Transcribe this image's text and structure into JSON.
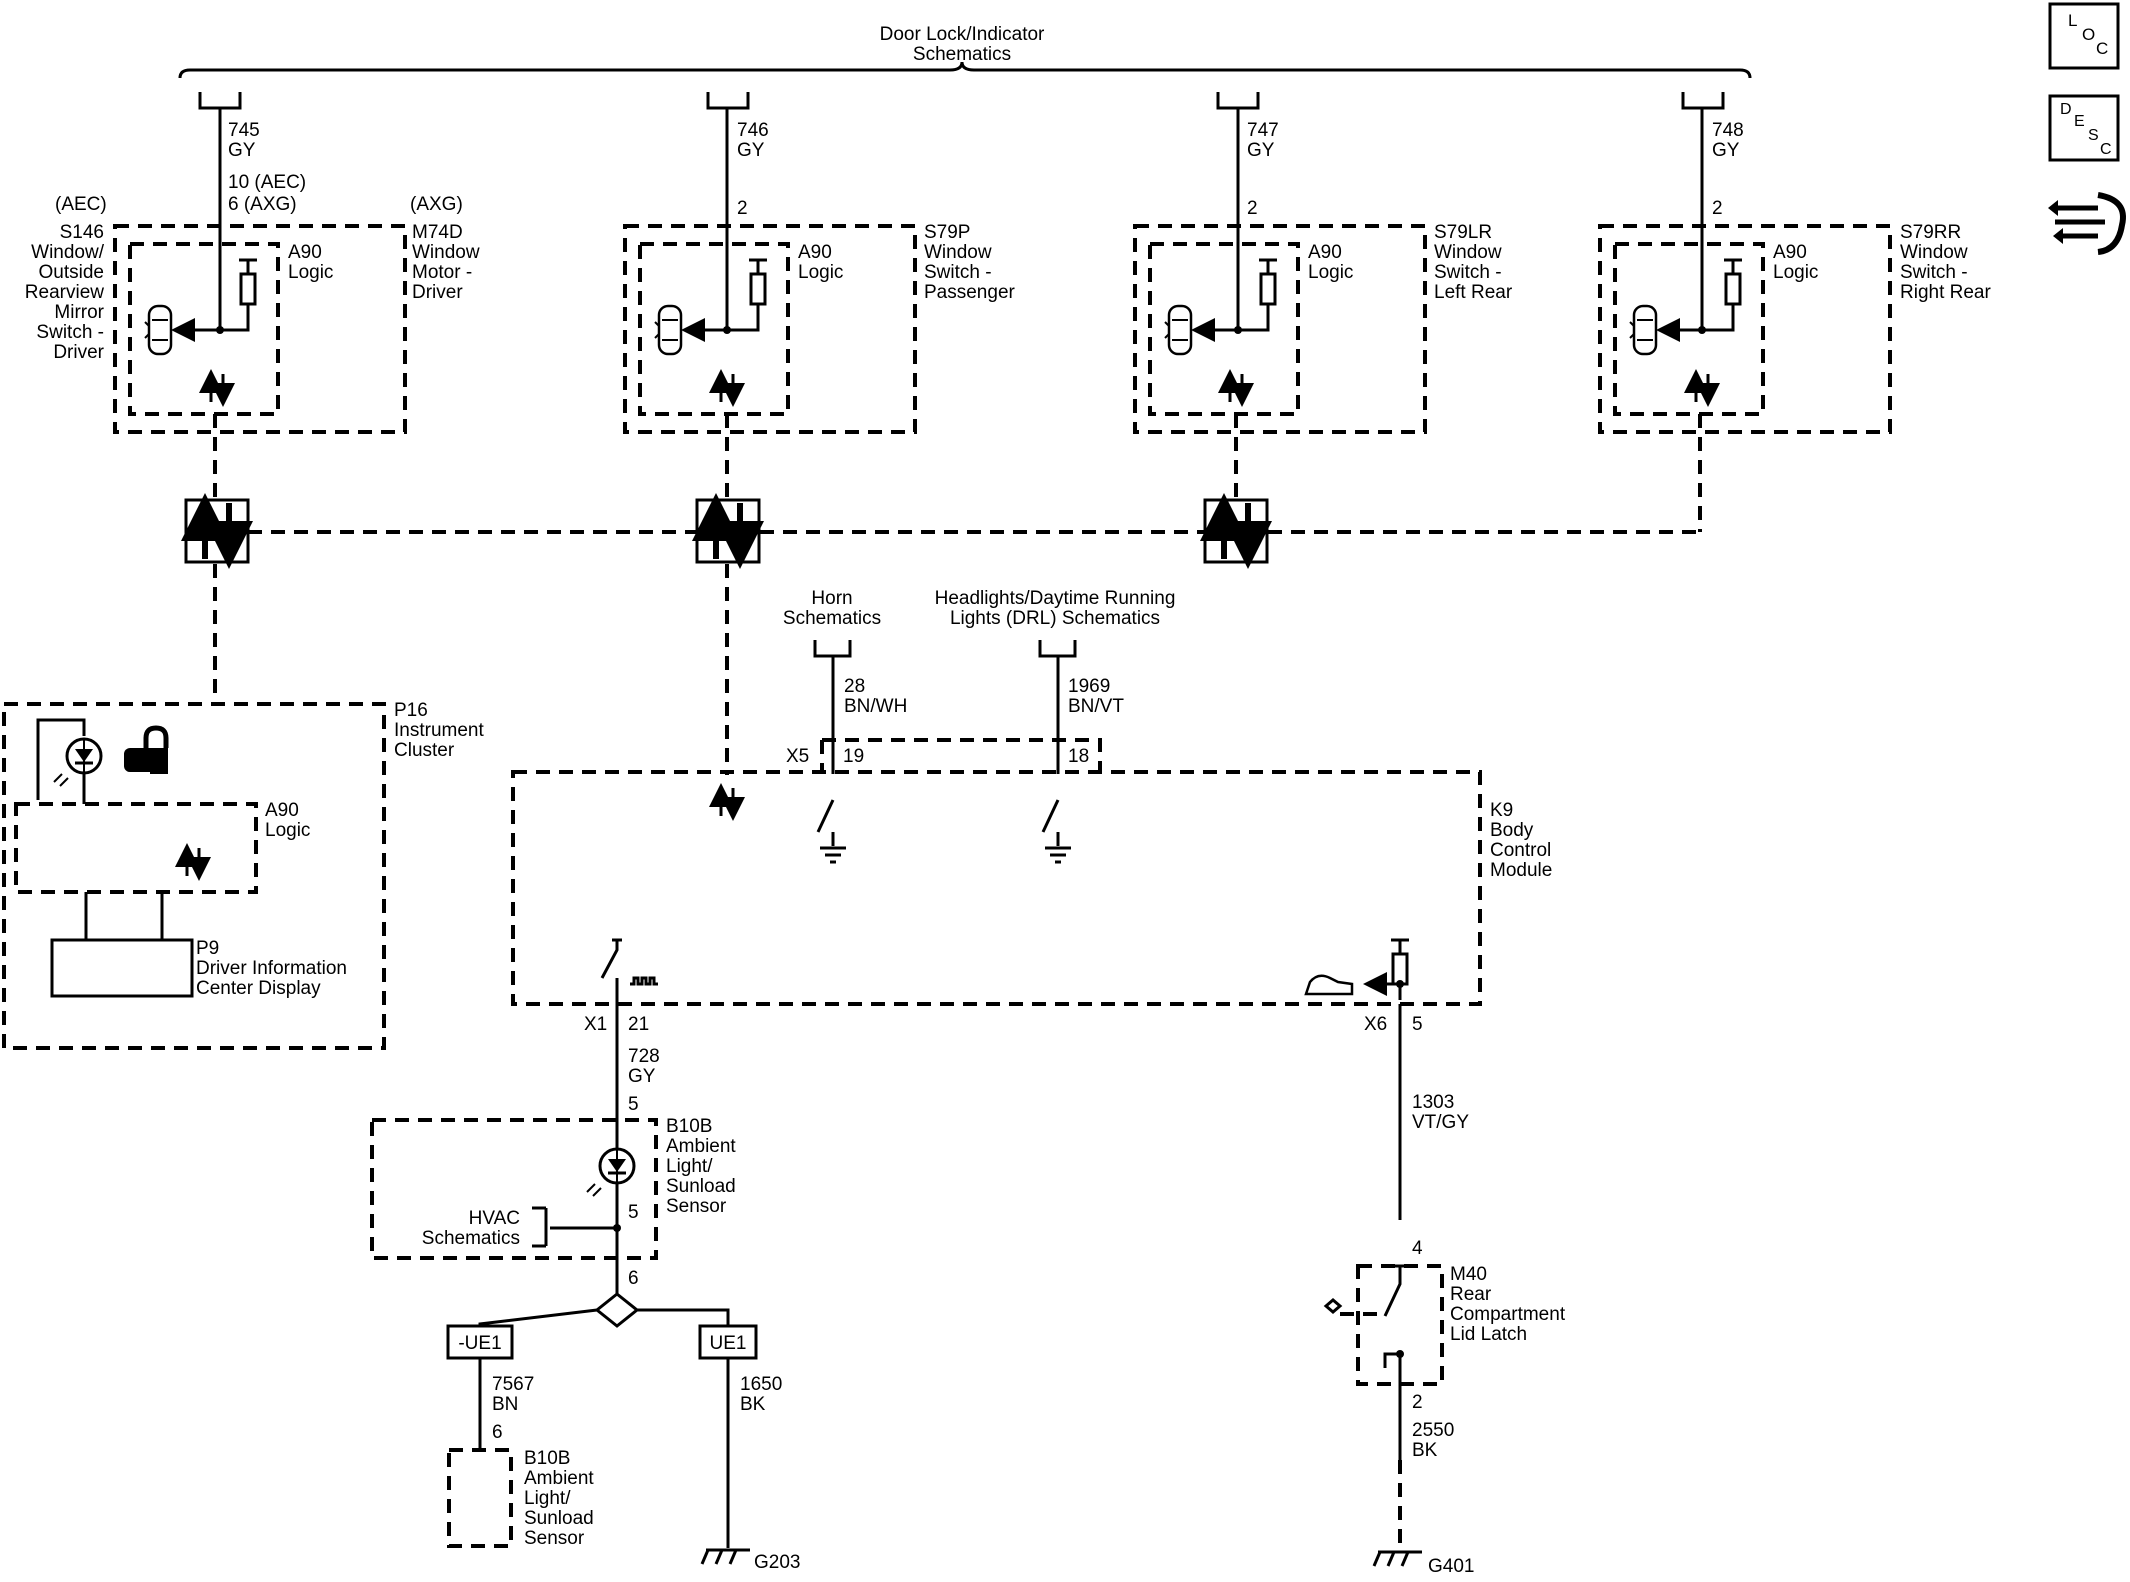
{
  "header": {
    "line1": "Door Lock/Indicator",
    "line2": "Schematics"
  },
  "side_icons": {
    "loc": [
      "L",
      "O",
      "C"
    ],
    "desc": [
      "D",
      "E",
      "S",
      "C"
    ],
    "tool": "wrench-arrows-icon"
  },
  "switches": [
    {
      "circuit": "745",
      "color": "GY",
      "pin_line1": "10 (AEC)",
      "pin_line2": "6 (AXG)",
      "logic": [
        "A90",
        "Logic"
      ],
      "variant_left": "(AEC)",
      "variant_right": "(AXG)",
      "left_label": [
        "S146",
        "Window/",
        "Outside",
        "Rearview",
        "Mirror",
        "Switch -",
        "Driver"
      ],
      "right_label": [
        "M74D",
        "Window",
        "Motor -",
        "Driver"
      ]
    },
    {
      "circuit": "746",
      "color": "GY",
      "pin": "2",
      "logic": [
        "A90",
        "Logic"
      ],
      "right_label": [
        "S79P",
        "Window",
        "Switch -",
        "Passenger"
      ]
    },
    {
      "circuit": "747",
      "color": "GY",
      "pin": "2",
      "logic": [
        "A90",
        "Logic"
      ],
      "right_label": [
        "S79LR",
        "Window",
        "Switch -",
        "Left Rear"
      ]
    },
    {
      "circuit": "748",
      "color": "GY",
      "pin": "2",
      "logic": [
        "A90",
        "Logic"
      ],
      "right_label": [
        "S79RR",
        "Window",
        "Switch -",
        "Right Rear"
      ]
    }
  ],
  "cluster": {
    "label": [
      "P16",
      "Instrument",
      "Cluster"
    ],
    "logic": [
      "A90",
      "Logic"
    ],
    "display": [
      "P9",
      "Driver Information",
      "Center Display"
    ]
  },
  "horn": {
    "label": [
      "Horn",
      "Schematics"
    ],
    "circuit": "28",
    "color": "BN/WH",
    "pin": "19",
    "connector": "X5"
  },
  "drl": {
    "label": [
      "Headlights/Daytime Running",
      "Lights (DRL) Schematics"
    ],
    "circuit": "1969",
    "color": "BN/VT",
    "pin": "18"
  },
  "bcm": {
    "label": [
      "K9",
      "Body",
      "Control",
      "Module"
    ]
  },
  "x1": {
    "connector": "X1",
    "pin": "21",
    "circuit": "728",
    "color": "GY",
    "sensor_pin": "5"
  },
  "x6": {
    "connector": "X6",
    "pin": "5",
    "circuit": "1303",
    "color": "VT/GY"
  },
  "sensor": {
    "label": [
      "B10B",
      "Ambient",
      "Light/",
      "Sunload",
      "Sensor"
    ],
    "hvac": [
      "HVAC",
      "Schematics"
    ],
    "pin5": "5",
    "pin6": "6"
  },
  "ue_neg": {
    "label": "-UE1",
    "circuit": "7567",
    "color": "BN",
    "pin": "6"
  },
  "ue_pos": {
    "label": "UE1",
    "circuit": "1650",
    "color": "BK",
    "ground": "G203"
  },
  "sensor2": {
    "label": [
      "B10B",
      "Ambient",
      "Light/",
      "Sunload",
      "Sensor"
    ]
  },
  "latch": {
    "label": [
      "M40",
      "Rear",
      "Compartment",
      "Lid Latch"
    ],
    "pin_top": "4",
    "pin_bottom": "2",
    "circuit": "2550",
    "color": "BK",
    "ground": "G401"
  }
}
